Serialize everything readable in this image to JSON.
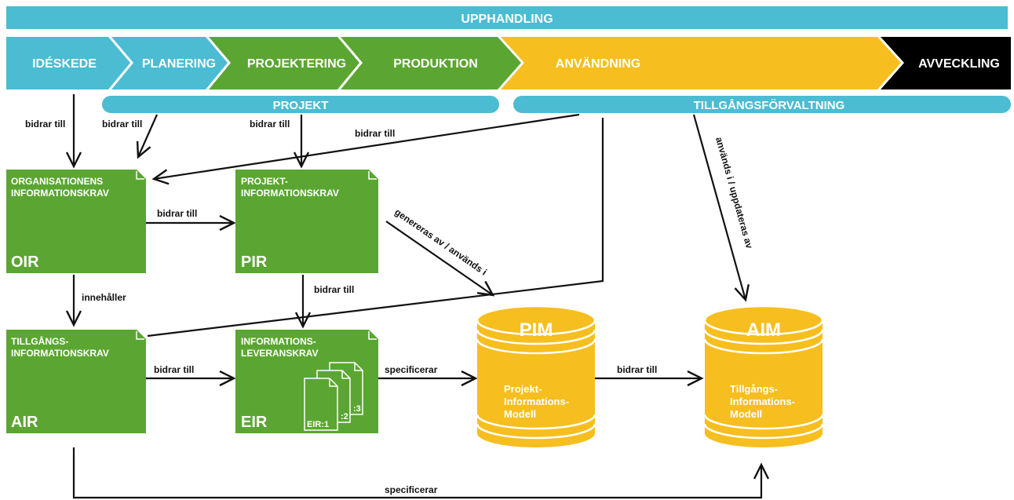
{
  "colors": {
    "cyan": "#4bbcd2",
    "green": "#5ba632",
    "yellow": "#f6be1f",
    "black": "#000000",
    "white": "#ffffff",
    "line": "#111111"
  },
  "header": {
    "title": "UPPHANDLING"
  },
  "phases": {
    "ideskede": "IDÉSKEDE",
    "planering": "PLANERING",
    "projektering": "PROJEKTERING",
    "produktion": "PRODUKTION",
    "anvandning": "ANVÄNDNING",
    "avveckling": "AVVECKLING"
  },
  "bands": {
    "projekt": "PROJEKT",
    "tillgangsforvaltning": "TILLGÅNGSFÖRVALTNING"
  },
  "docs": {
    "oir": {
      "line1": "ORGANISATIONENS",
      "line2": "INFORMATIONSKRAV",
      "abbr": "OIR"
    },
    "pir": {
      "line1": "PROJEKT-",
      "line2": "INFORMATIONSKRAV",
      "abbr": "PIR"
    },
    "air": {
      "line1": "TILLGÅNGS-",
      "line2": "INFORMATIONSKRAV",
      "abbr": "AIR"
    },
    "eir": {
      "line1": "INFORMATIONS-",
      "line2": "LEVERANSKRAV",
      "abbr": "EIR",
      "sheet1": "EIR:1",
      "sheet2": ":2",
      "sheet3": ":3"
    }
  },
  "models": {
    "pim": {
      "abbr": "PIM",
      "line1": "Projekt-",
      "line2": "Informations-",
      "line3": "Modell"
    },
    "aim": {
      "abbr": "AIM",
      "line1": "Tillgångs-",
      "line2": "Informations-",
      "line3": "Modell"
    }
  },
  "labels": {
    "bidrar_ideskede": "bidrar till",
    "bidrar_planering": "bidrar till",
    "bidrar_projektering": "bidrar till",
    "bidrar_tillgang": "bidrar till",
    "bidrar_oir_pir": "bidrar till",
    "innehaller": "innehåller",
    "bidrar_pir_eir": "bidrar till",
    "bidrar_air_eir": "bidrar till",
    "specificerar_eir_pim": "specificerar",
    "bidrar_pim_aim": "bidrar till",
    "specificerar_air_aim": "specificerar",
    "genereras": "genereras av / används i",
    "anvands": "används i / uppdateras av"
  }
}
